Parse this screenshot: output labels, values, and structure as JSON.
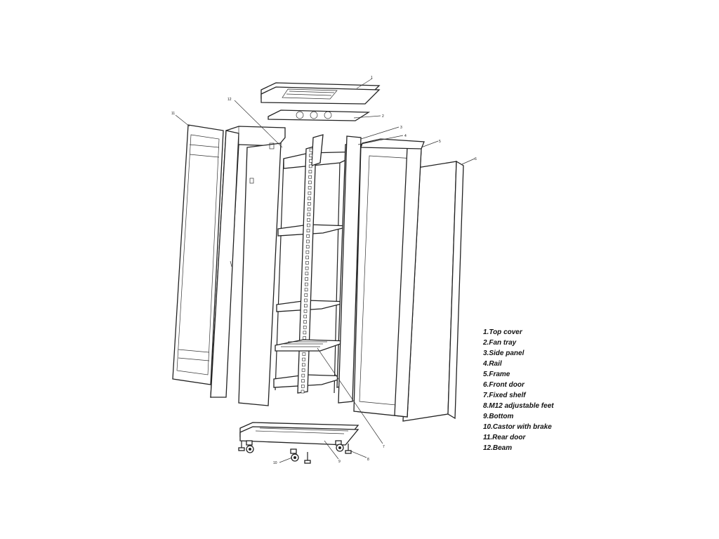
{
  "legend": [
    "1.Top cover",
    "2.Fan tray",
    "3.Side panel",
    "4.Rail",
    "5.Frame",
    "6.Front door",
    "7.Fixed shelf",
    "8.M12 adjustable feet",
    "9.Bottom",
    "10.Castor with brake",
    "11.Rear door",
    "12.Beam"
  ],
  "callouts": {
    "c1": "1",
    "c2": "2",
    "c3": "3",
    "c4": "4",
    "c5": "5",
    "c6": "6",
    "c7": "7",
    "c8": "8",
    "c9": "9",
    "c10": "10",
    "c11": "11",
    "c12": "12"
  },
  "colors": {
    "line": "#222222",
    "background": "#ffffff"
  }
}
